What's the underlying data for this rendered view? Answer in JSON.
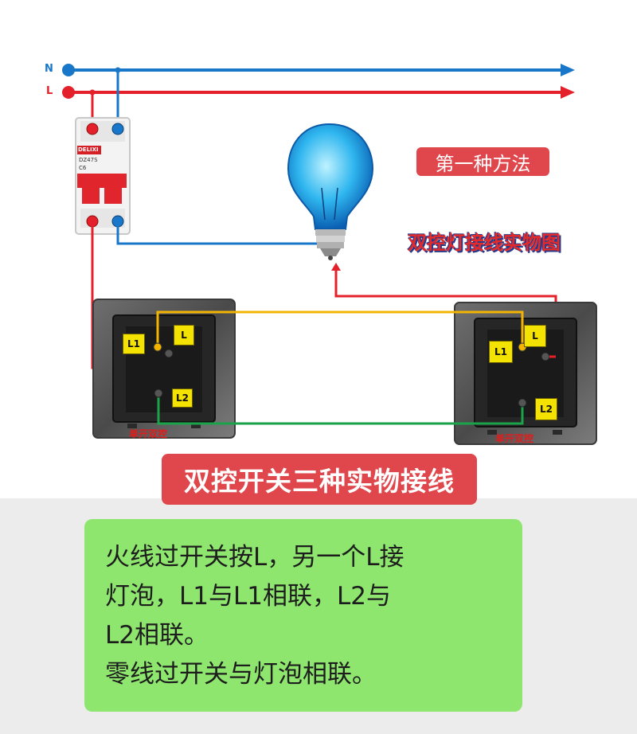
{
  "wires": {
    "neutral_label": "N",
    "live_label": "L",
    "neutral_color": "#1877c9",
    "live_color": "#e4202a",
    "traveler1_color": "#f2b400",
    "traveler2_color": "#1aa34a"
  },
  "breaker": {
    "brand": "DELIXI",
    "model": "DZ47S",
    "rating": "C6"
  },
  "method_badge": "第一种方法",
  "diagram_title": "双控灯接线实物图",
  "switch_left": {
    "terminals": {
      "l1": "L1",
      "l": "L",
      "l2": "L2"
    },
    "caption": "单开双控"
  },
  "switch_right": {
    "terminals": {
      "l1": "L1",
      "l": "L",
      "l2": "L2"
    },
    "caption": "单开双控"
  },
  "title_banner": "双控开关三种实物接线",
  "note": {
    "lines": [
      "火线过开关按L，另一个L接",
      "灯泡，L1与L1相联，L2与",
      "L2相联。",
      "零线过开关与灯泡相联。"
    ]
  }
}
